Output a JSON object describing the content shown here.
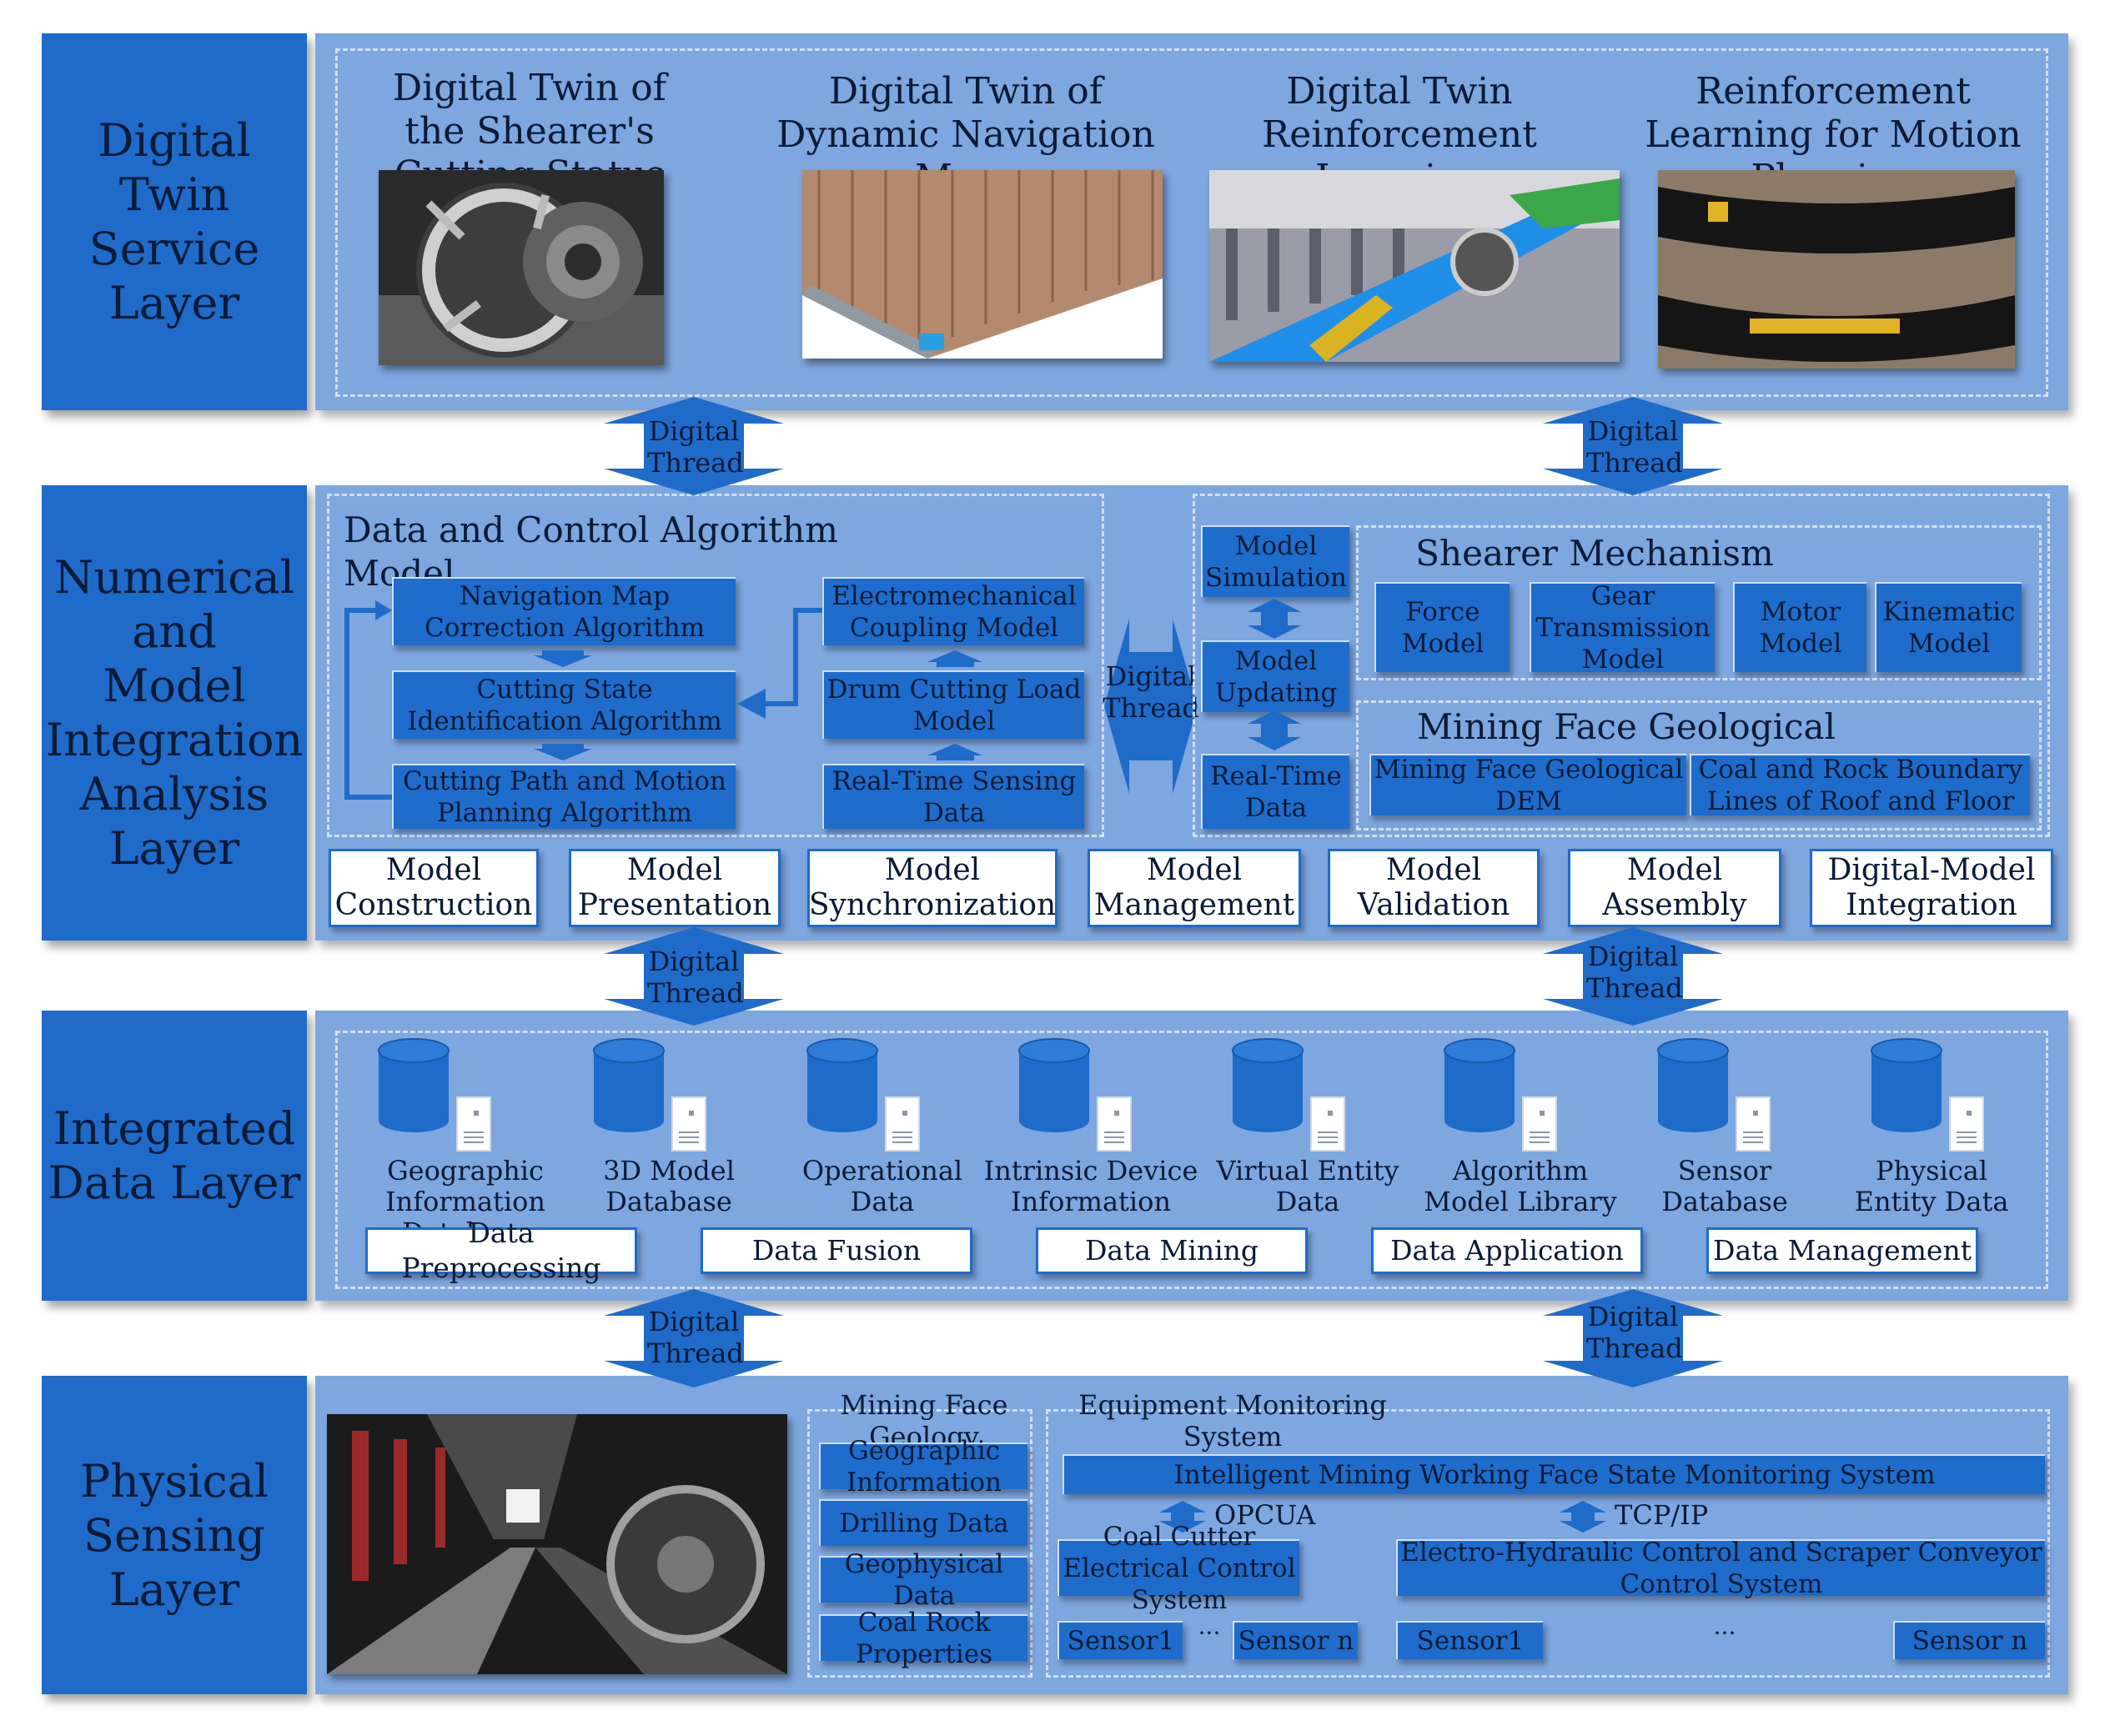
{
  "layers": {
    "service": "Digital\nTwin\nService\nLayer",
    "numerical": "Numerical\nand\nModel\nIntegration\nAnalysis\nLayer",
    "data": "Integrated\nData Layer",
    "physical": "Physical\nSensing\nLayer"
  },
  "service": {
    "items": [
      {
        "title": "Digital Twin of the Shearer's Cutting Status"
      },
      {
        "title": "Digital Twin of Dynamic Navigation Maps"
      },
      {
        "title": "Digital Twin Reinforcement Learning Environments"
      },
      {
        "title": "Reinforcement Learning for Motion Planning"
      }
    ]
  },
  "thread_label": "Digital Thread",
  "numerical": {
    "algo_title": "Data and Control Algorithm Model",
    "left_col": [
      "Navigation Map Correction Algorithm",
      "Cutting State Identification Algorithm",
      "Cutting Path and Motion Planning Algorithm"
    ],
    "right_col": [
      "Electromechanical Coupling Model",
      "Drum Cutting Load Model",
      "Real-Time Sensing Data"
    ],
    "middle_col": [
      "Model Simulation",
      "Model Updating",
      "Real-Time Data"
    ],
    "shearer_title": "Shearer Mechanism Model",
    "shearer_items": [
      "Force Model",
      "Gear Transmission Model",
      "Motor Model",
      "Kinematic Model"
    ],
    "geo_title": "Mining Face Geological Model",
    "geo_items": [
      "Mining Face Geological DEM",
      "Coal and Rock Boundary Lines of Roof and Floor"
    ],
    "ops": [
      "Model Construction",
      "Model Presentation",
      "Model Synchronization",
      "Model Management",
      "Model Validation",
      "Model Assembly",
      "Digital-Model Integration"
    ]
  },
  "data_layer": {
    "databases": [
      "Geographic Information Database",
      "3D Model Database",
      "Operational Data",
      "Intrinsic Device Information",
      "Virtual Entity Data",
      "Algorithm Model Library",
      "Sensor Database",
      "Physical Entity Data"
    ],
    "ops": [
      "Data Preprocessing",
      "Data Fusion",
      "Data Mining",
      "Data Application",
      "Data Management"
    ]
  },
  "physical": {
    "geology_title": "Mining Face Geology",
    "geology_items": [
      "Geographic Information",
      "Drilling Data",
      "Geophysical Data",
      "Coal Rock Properties"
    ],
    "equipment_title": "Equipment Monitoring System",
    "monitor_system": "Intelligent Mining Working Face State Monitoring System",
    "protocol_left": "OPCUA",
    "protocol_right": "TCP/IP",
    "left_system": "Coal Cutter Electrical Control System",
    "right_system": "Electro-Hydraulic Control and Scraper Conveyor Control System",
    "sensors_left": [
      "Sensor1",
      "Sensor n"
    ],
    "sensors_right": [
      "Sensor1",
      "Sensor n"
    ],
    "ellipsis": "···"
  },
  "colors": {
    "accent": "#1f6bc9",
    "panel": "#7ea6df",
    "text": "#0b1a36"
  }
}
